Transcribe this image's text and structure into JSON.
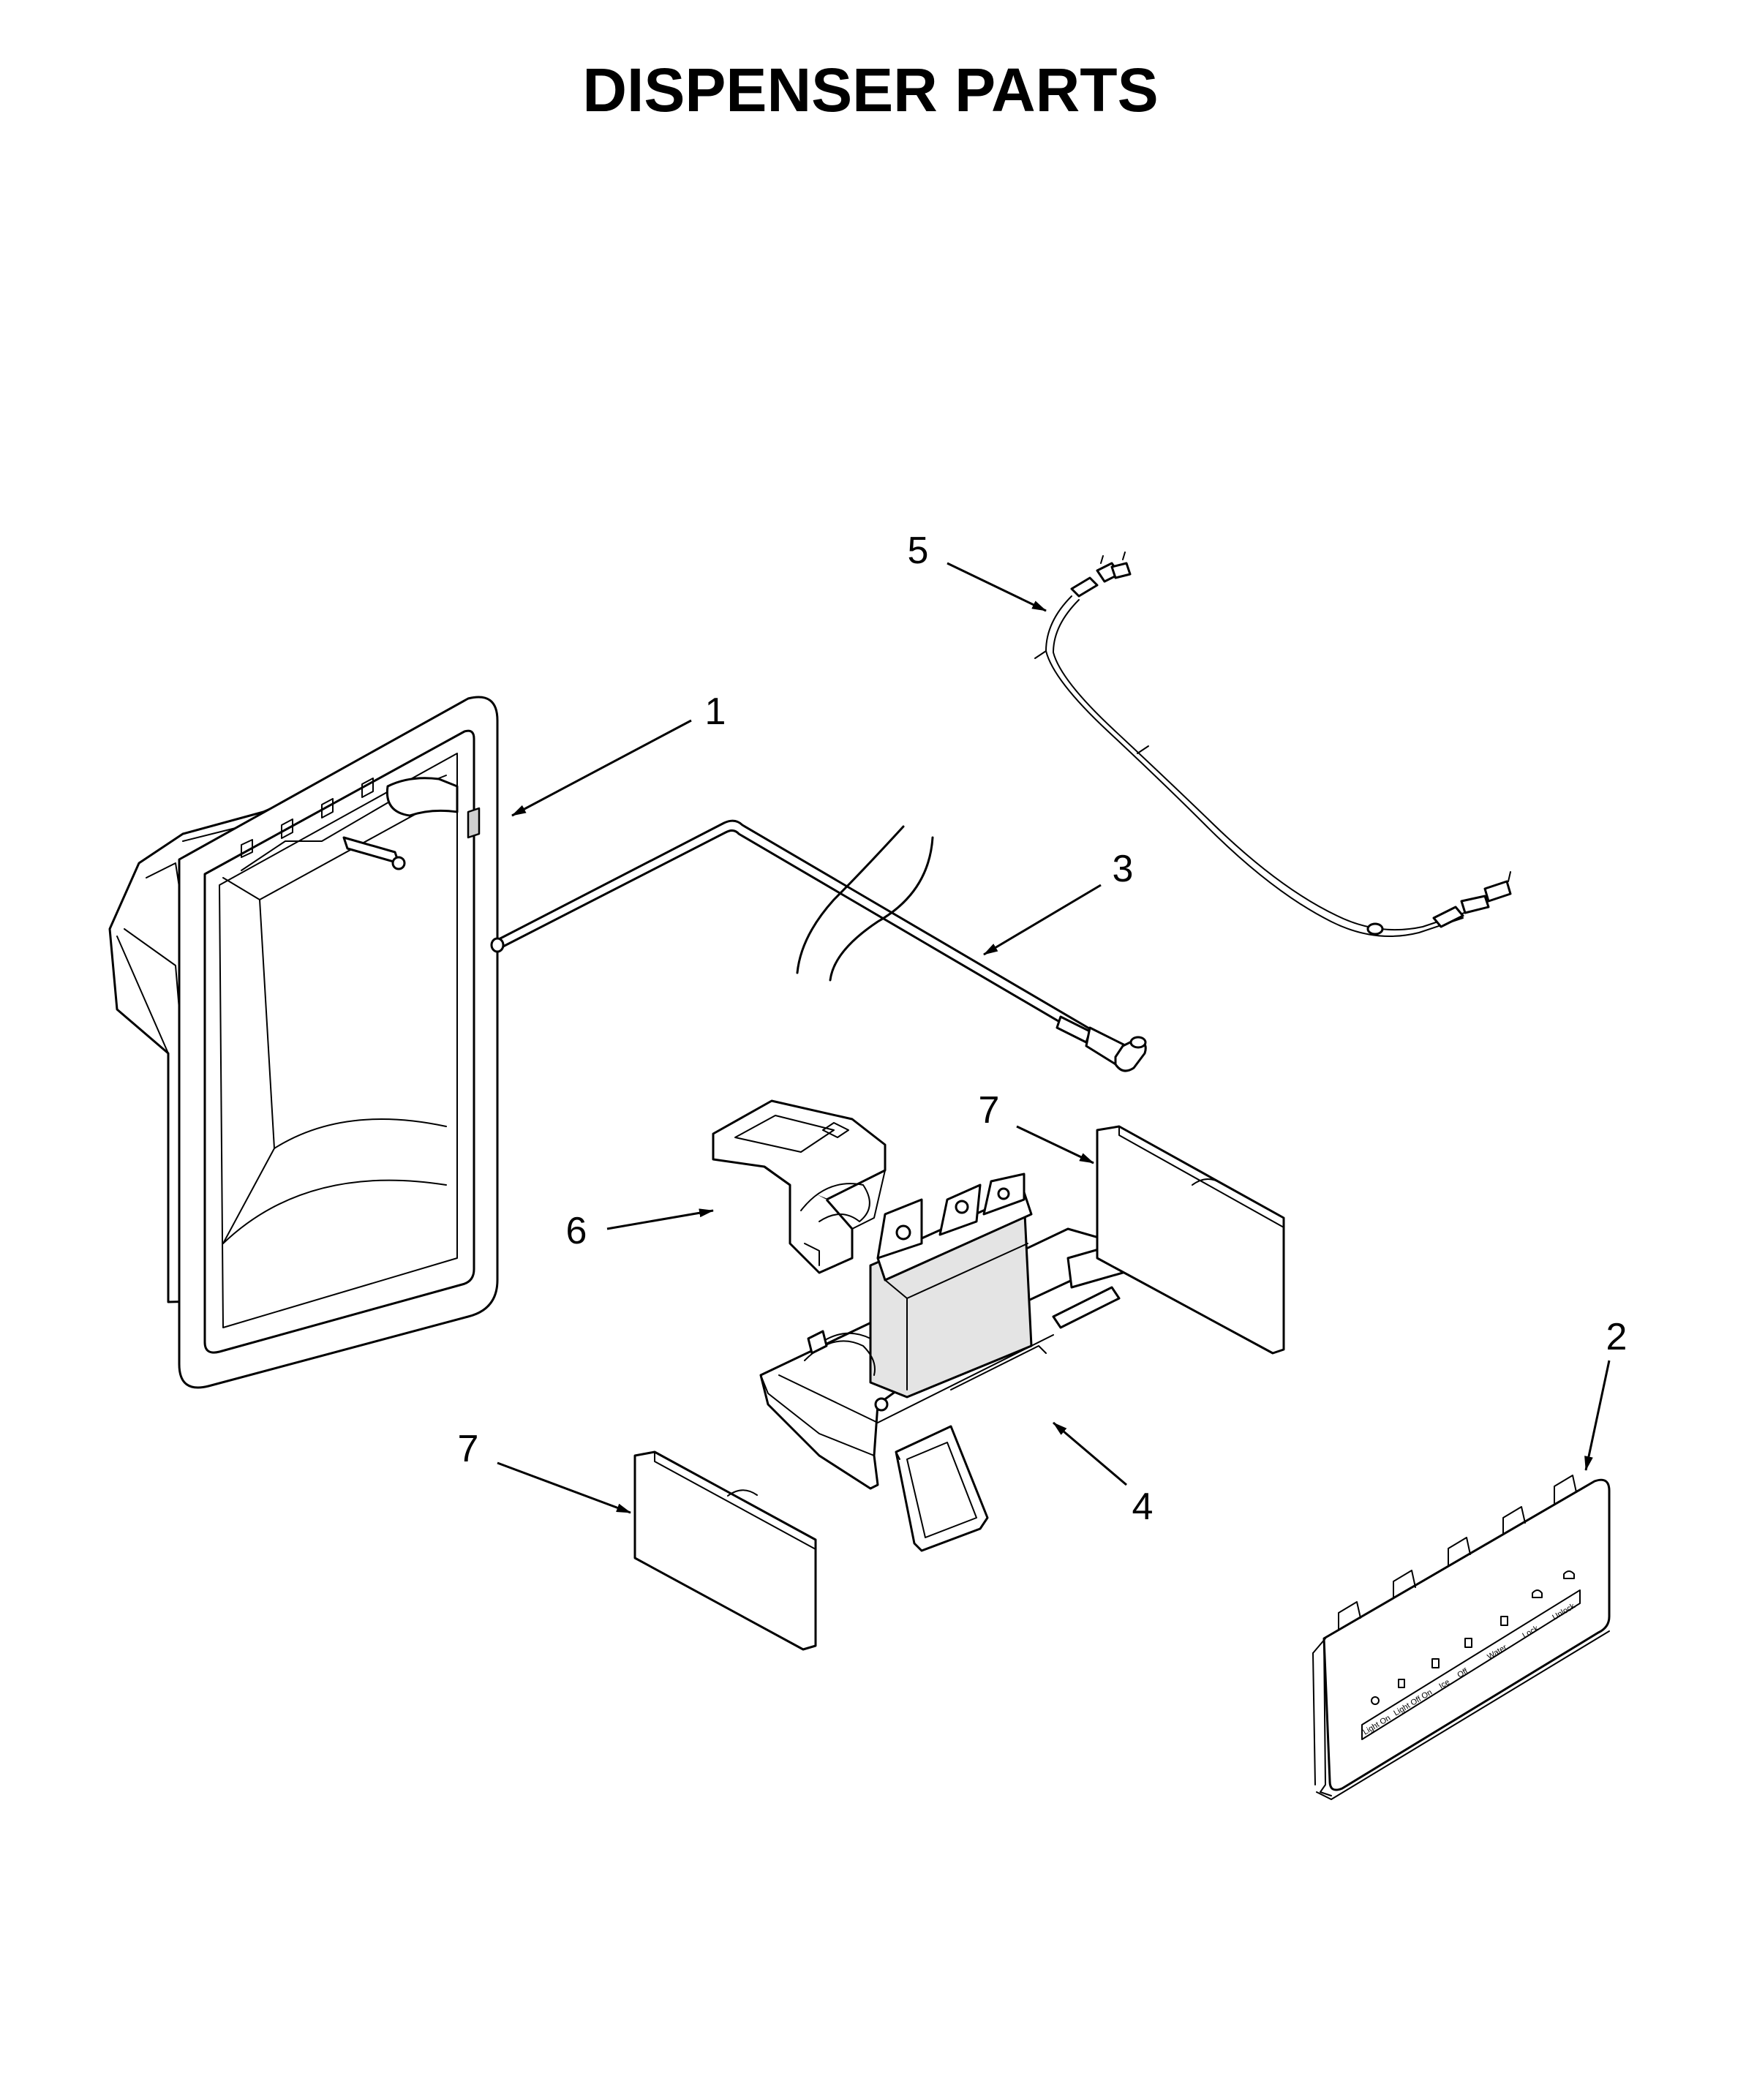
{
  "title": "DISPENSER PARTS",
  "callouts": [
    {
      "id": "c1",
      "label": "1"
    },
    {
      "id": "c2",
      "label": "2"
    },
    {
      "id": "c3",
      "label": "3"
    },
    {
      "id": "c4",
      "label": "4"
    },
    {
      "id": "c5",
      "label": "5"
    },
    {
      "id": "c6",
      "label": "6"
    },
    {
      "id": "c7a",
      "label": "7"
    },
    {
      "id": "c7b",
      "label": "7"
    }
  ],
  "control_panel_labels": [
    "Light On",
    "Light Off",
    "On",
    "Ice",
    "Off",
    "Water",
    "Lock",
    "Unlock"
  ]
}
